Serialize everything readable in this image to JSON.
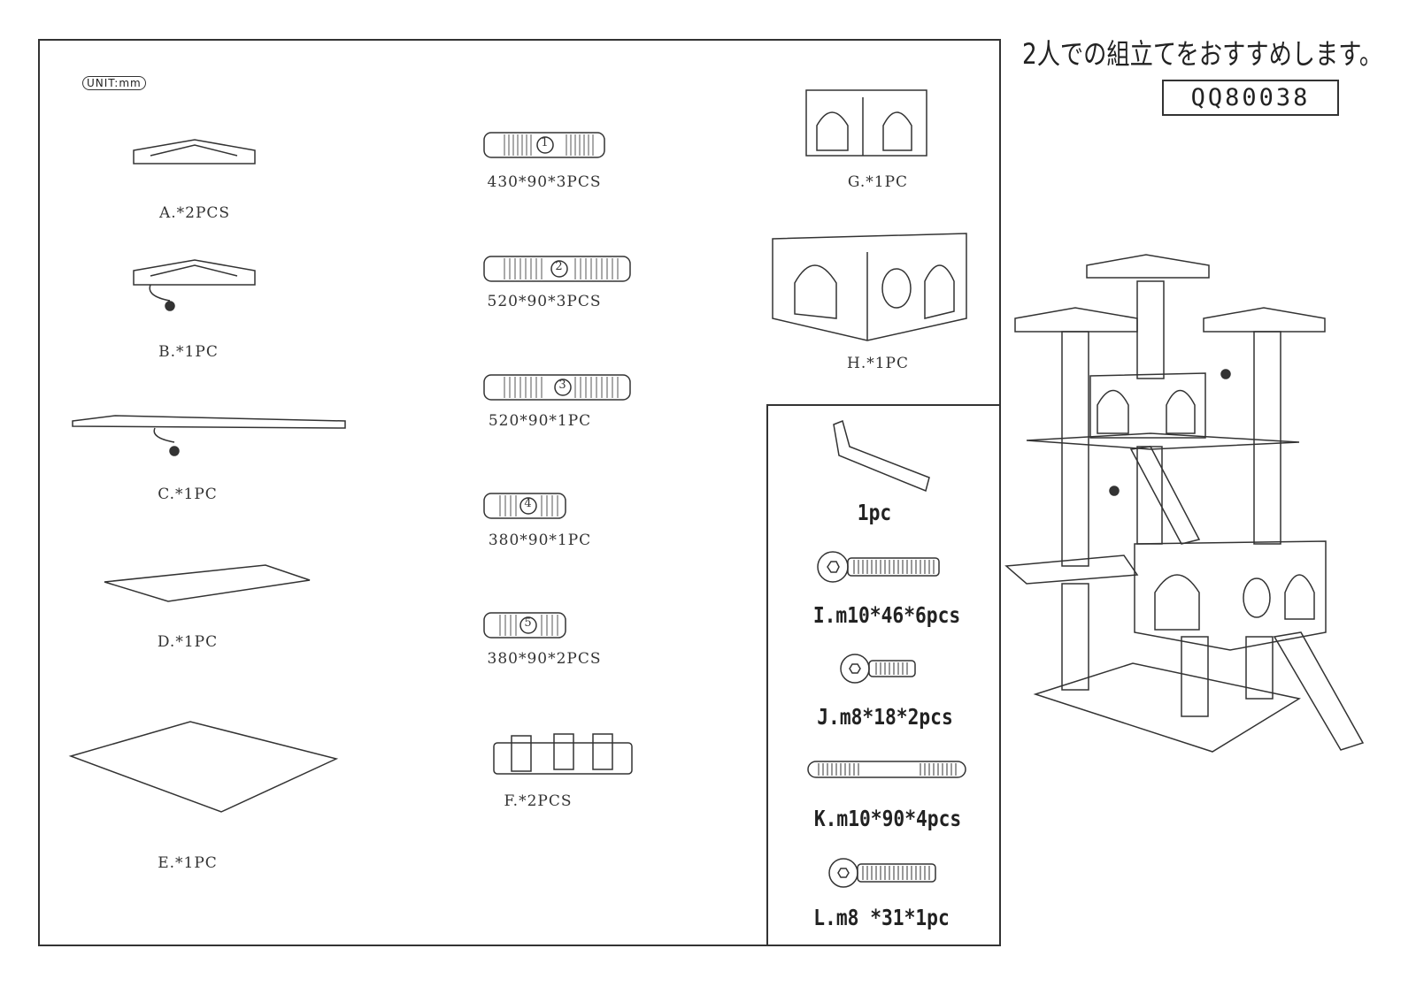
{
  "header": {
    "recommendation": "2人での組立てをおすすめします。",
    "model": "QQ80038",
    "unit": "UNIT:mm"
  },
  "parts": {
    "A": "A.*2PCS",
    "B": "B.*1PC",
    "C": "C.*1PC",
    "D": "D.*1PC",
    "E": "E.*1PC",
    "post1": "430*90*3PCS",
    "post2": "520*90*3PCS",
    "post3": "520*90*1PC",
    "post4": "380*90*1PC",
    "post5": "380*90*2PCS",
    "F": "F.*2PCS",
    "G": "G.*1PC",
    "H": "H.*1PC"
  },
  "post_numbers": [
    "1",
    "2",
    "3",
    "4",
    "5"
  ],
  "hardware": {
    "wrench": "1pc",
    "I": "I.m10*46*6pcs",
    "J": "J.m8*18*2pcs",
    "K": "K.m10*90*4pcs",
    "L": "L.m8 *31*1pc"
  }
}
